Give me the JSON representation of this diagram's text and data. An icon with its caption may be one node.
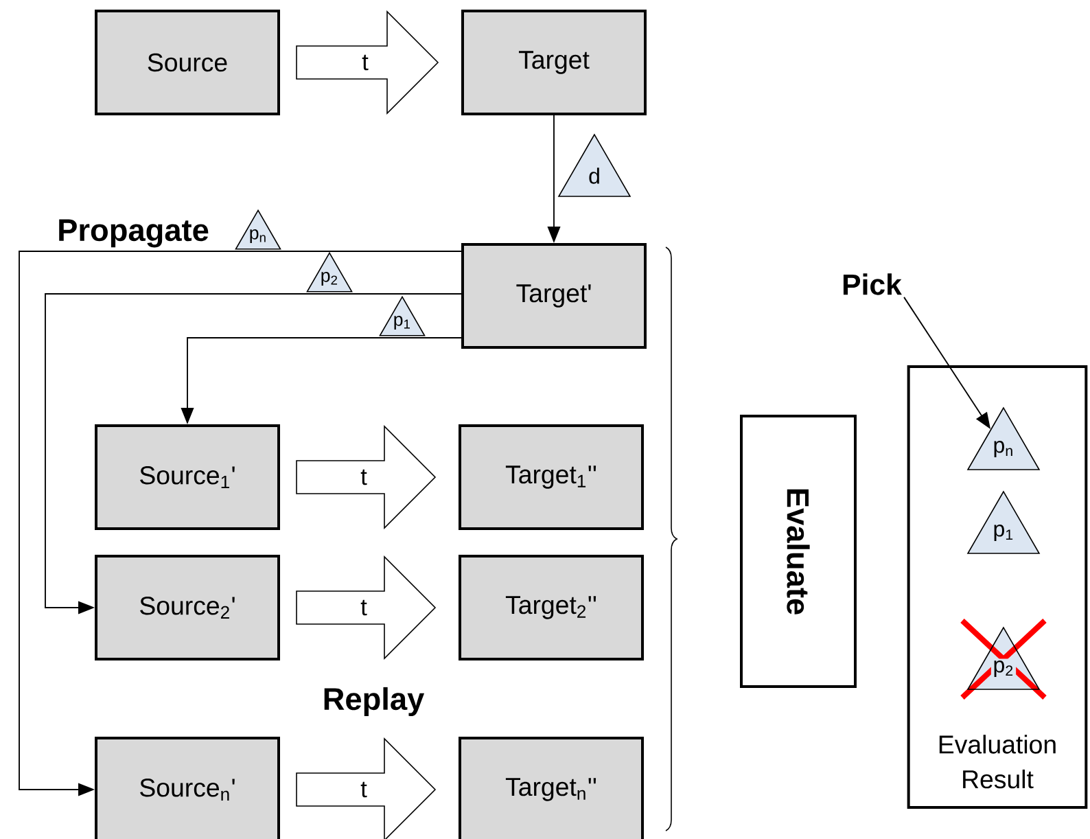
{
  "diagram": {
    "nodes": [
      {
        "text": [
          "Source"
        ]
      },
      {
        "text": [
          "Target"
        ]
      },
      {
        "text": [
          "Target'"
        ]
      },
      {
        "text": [
          "Source$_{1}$'"
        ]
      },
      {
        "text": [
          "Target$_{1}$''"
        ]
      },
      {
        "text": [
          "Source$_{2}$'"
        ]
      },
      {
        "text": [
          "Target$_{2}$''"
        ]
      },
      {
        "text": [
          "Source$_{n}$'"
        ]
      },
      {
        "text": [
          "Target$_{n}$''"
        ]
      },
      {
        "text": [
          "Evaluate"
        ]
      },
      {
        "text": [
          "Evaluation Result"
        ]
      },
      {
        "text": [
          "p$_{n}$"
        ],
        "in": 10
      },
      {
        "text": [
          "p$_{1}$"
        ],
        "in": 10
      },
      {
        "text": [
          "p$_{2}$"
        ],
        "in": 10
      },
      {
        "text": [
          "Pick"
        ]
      },
      {
        "text": [
          "d"
        ]
      },
      {
        "text": [
          "p$_{n}$"
        ]
      },
      {
        "text": [
          "p$_{2}$"
        ]
      },
      {
        "text": [
          "p$_{1}$"
        ]
      }
    ],
    "edges": [
      {
        "from": 0,
        "to": 1,
        "arrow": "to",
        "label": "t",
        "style": "thick"
      },
      {
        "from": 1,
        "to": 2,
        "arrow": "to"
      },
      {
        "from": 2,
        "to": 3,
        "arrow": "to"
      },
      {
        "from": 2,
        "to": 5,
        "arrow": "to"
      },
      {
        "from": 2,
        "to": 7,
        "arrow": "to"
      },
      {
        "from": 3,
        "to": 4,
        "arrow": "to",
        "label": "t",
        "style": "thick"
      },
      {
        "from": 5,
        "to": 6,
        "arrow": "to",
        "label": "t",
        "style": "thick"
      },
      {
        "from": 7,
        "to": 8,
        "arrow": "to",
        "label": "t",
        "style": "thick"
      },
      {
        "from": 14,
        "to": 11,
        "arrow": "to"
      }
    ],
    "labels": [
      "Propagate",
      "Replay"
    ]
  }
}
